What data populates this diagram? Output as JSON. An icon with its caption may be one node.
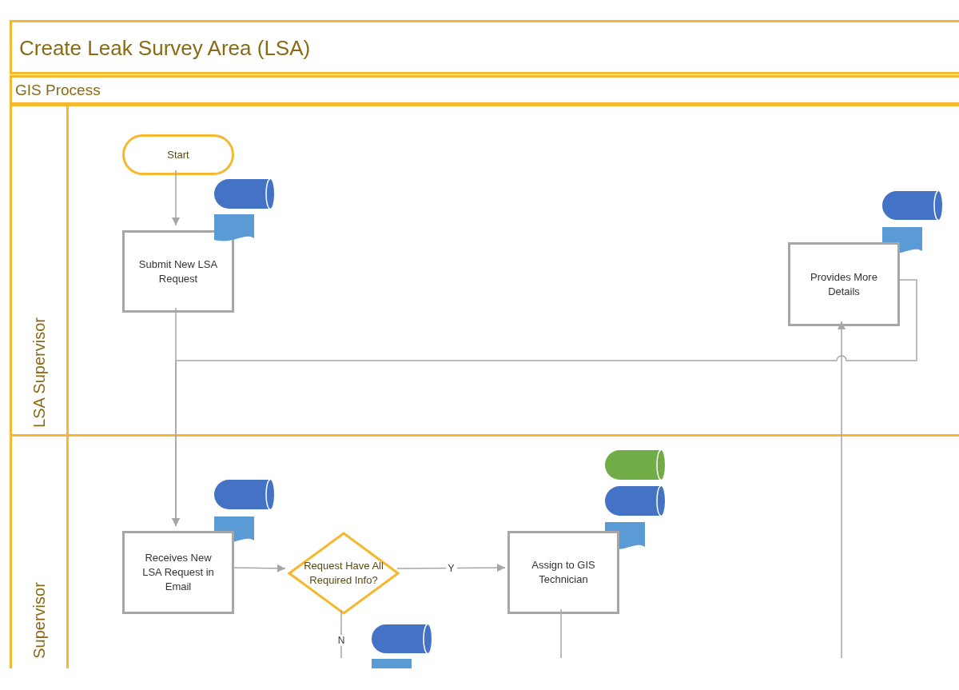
{
  "diagram": {
    "title": "Create Leak Survey Area (LSA)",
    "nodes": [
      {
        "text": [
          "GIS Process"
        ]
      },
      {
        "text": [
          "LSA Supervisor"
        ],
        "in": 0
      },
      {
        "text": [
          "Supervisor"
        ],
        "in": 0
      },
      {
        "text": [
          "Start"
        ],
        "in": 1
      },
      {
        "text": [
          "Submit New LSA Request"
        ],
        "in": 1
      },
      {
        "text": [],
        "shape": "cylinder",
        "in": 1
      },
      {
        "text": [],
        "shape": "document",
        "in": 1
      },
      {
        "text": [],
        "shape": "cylinder",
        "in": 1
      },
      {
        "text": [],
        "shape": "document",
        "in": 1
      },
      {
        "text": [
          "Provides More Details"
        ],
        "in": 1
      },
      {
        "text": [],
        "shape": "cylinder",
        "in": 2
      },
      {
        "text": [],
        "shape": "cylinder",
        "in": 2
      },
      {
        "text": [],
        "shape": "document",
        "in": 2
      },
      {
        "text": [],
        "shape": "cylinder",
        "in": 2
      },
      {
        "text": [],
        "shape": "document",
        "in": 2
      },
      {
        "text": [
          "Receives New LSA Request in Email"
        ],
        "in": 2
      },
      {
        "text": [
          "Request Have All Required Info?"
        ],
        "in": 2
      },
      {
        "text": [
          "Assign to GIS Technician"
        ],
        "in": 2
      },
      {
        "text": [],
        "shape": "cylinder",
        "in": 2
      },
      {
        "text": [],
        "shape": "document",
        "in": 2
      }
    ],
    "edges": [
      {
        "from": 3,
        "to": 4,
        "arrow": "to"
      },
      {
        "from": 4,
        "to": 15,
        "arrow": "to"
      },
      {
        "from": 9,
        "to": 15,
        "arrow": "to"
      },
      {
        "from": 15,
        "to": 16,
        "arrow": "to"
      },
      {
        "from": 16,
        "to": 17,
        "arrow": "to",
        "label": "Y"
      },
      {
        "from": 16,
        "to": null,
        "arrow": "none",
        "label": "N"
      },
      {
        "from": 17,
        "to": null,
        "arrow": "none"
      },
      {
        "from": null,
        "to": 9,
        "arrow": "to"
      }
    ]
  }
}
